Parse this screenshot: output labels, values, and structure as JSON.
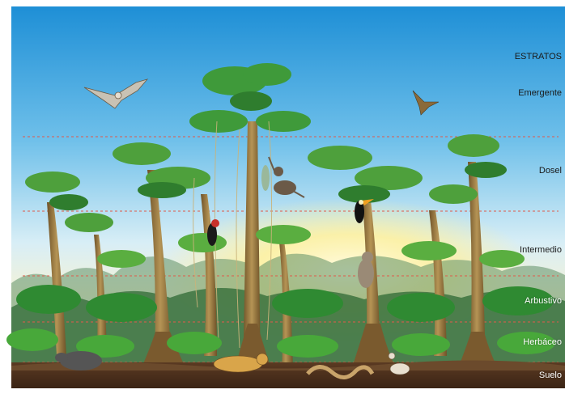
{
  "title": "ESTRATOS",
  "strata": [
    {
      "id": "emergente",
      "label": "Emergente"
    },
    {
      "id": "dosel",
      "label": "Dosel"
    },
    {
      "id": "intermedio",
      "label": "Intermedio"
    },
    {
      "id": "arbustivo",
      "label": "Arbustivo"
    },
    {
      "id": "herbaceo",
      "label": "Herbáceo"
    },
    {
      "id": "suelo",
      "label": "Suelo"
    }
  ],
  "colors": {
    "sky_top": "#1e8fd6",
    "sky_mid": "#bfe6f5",
    "sun_glow": "#fff4b0",
    "foliage_dark": "#1f6b2a",
    "foliage_mid": "#3f9a3a",
    "foliage_light": "#7cc243",
    "trunk": "#8a6a3a",
    "ground": "#4a3020",
    "divider": "#e05a4a"
  }
}
